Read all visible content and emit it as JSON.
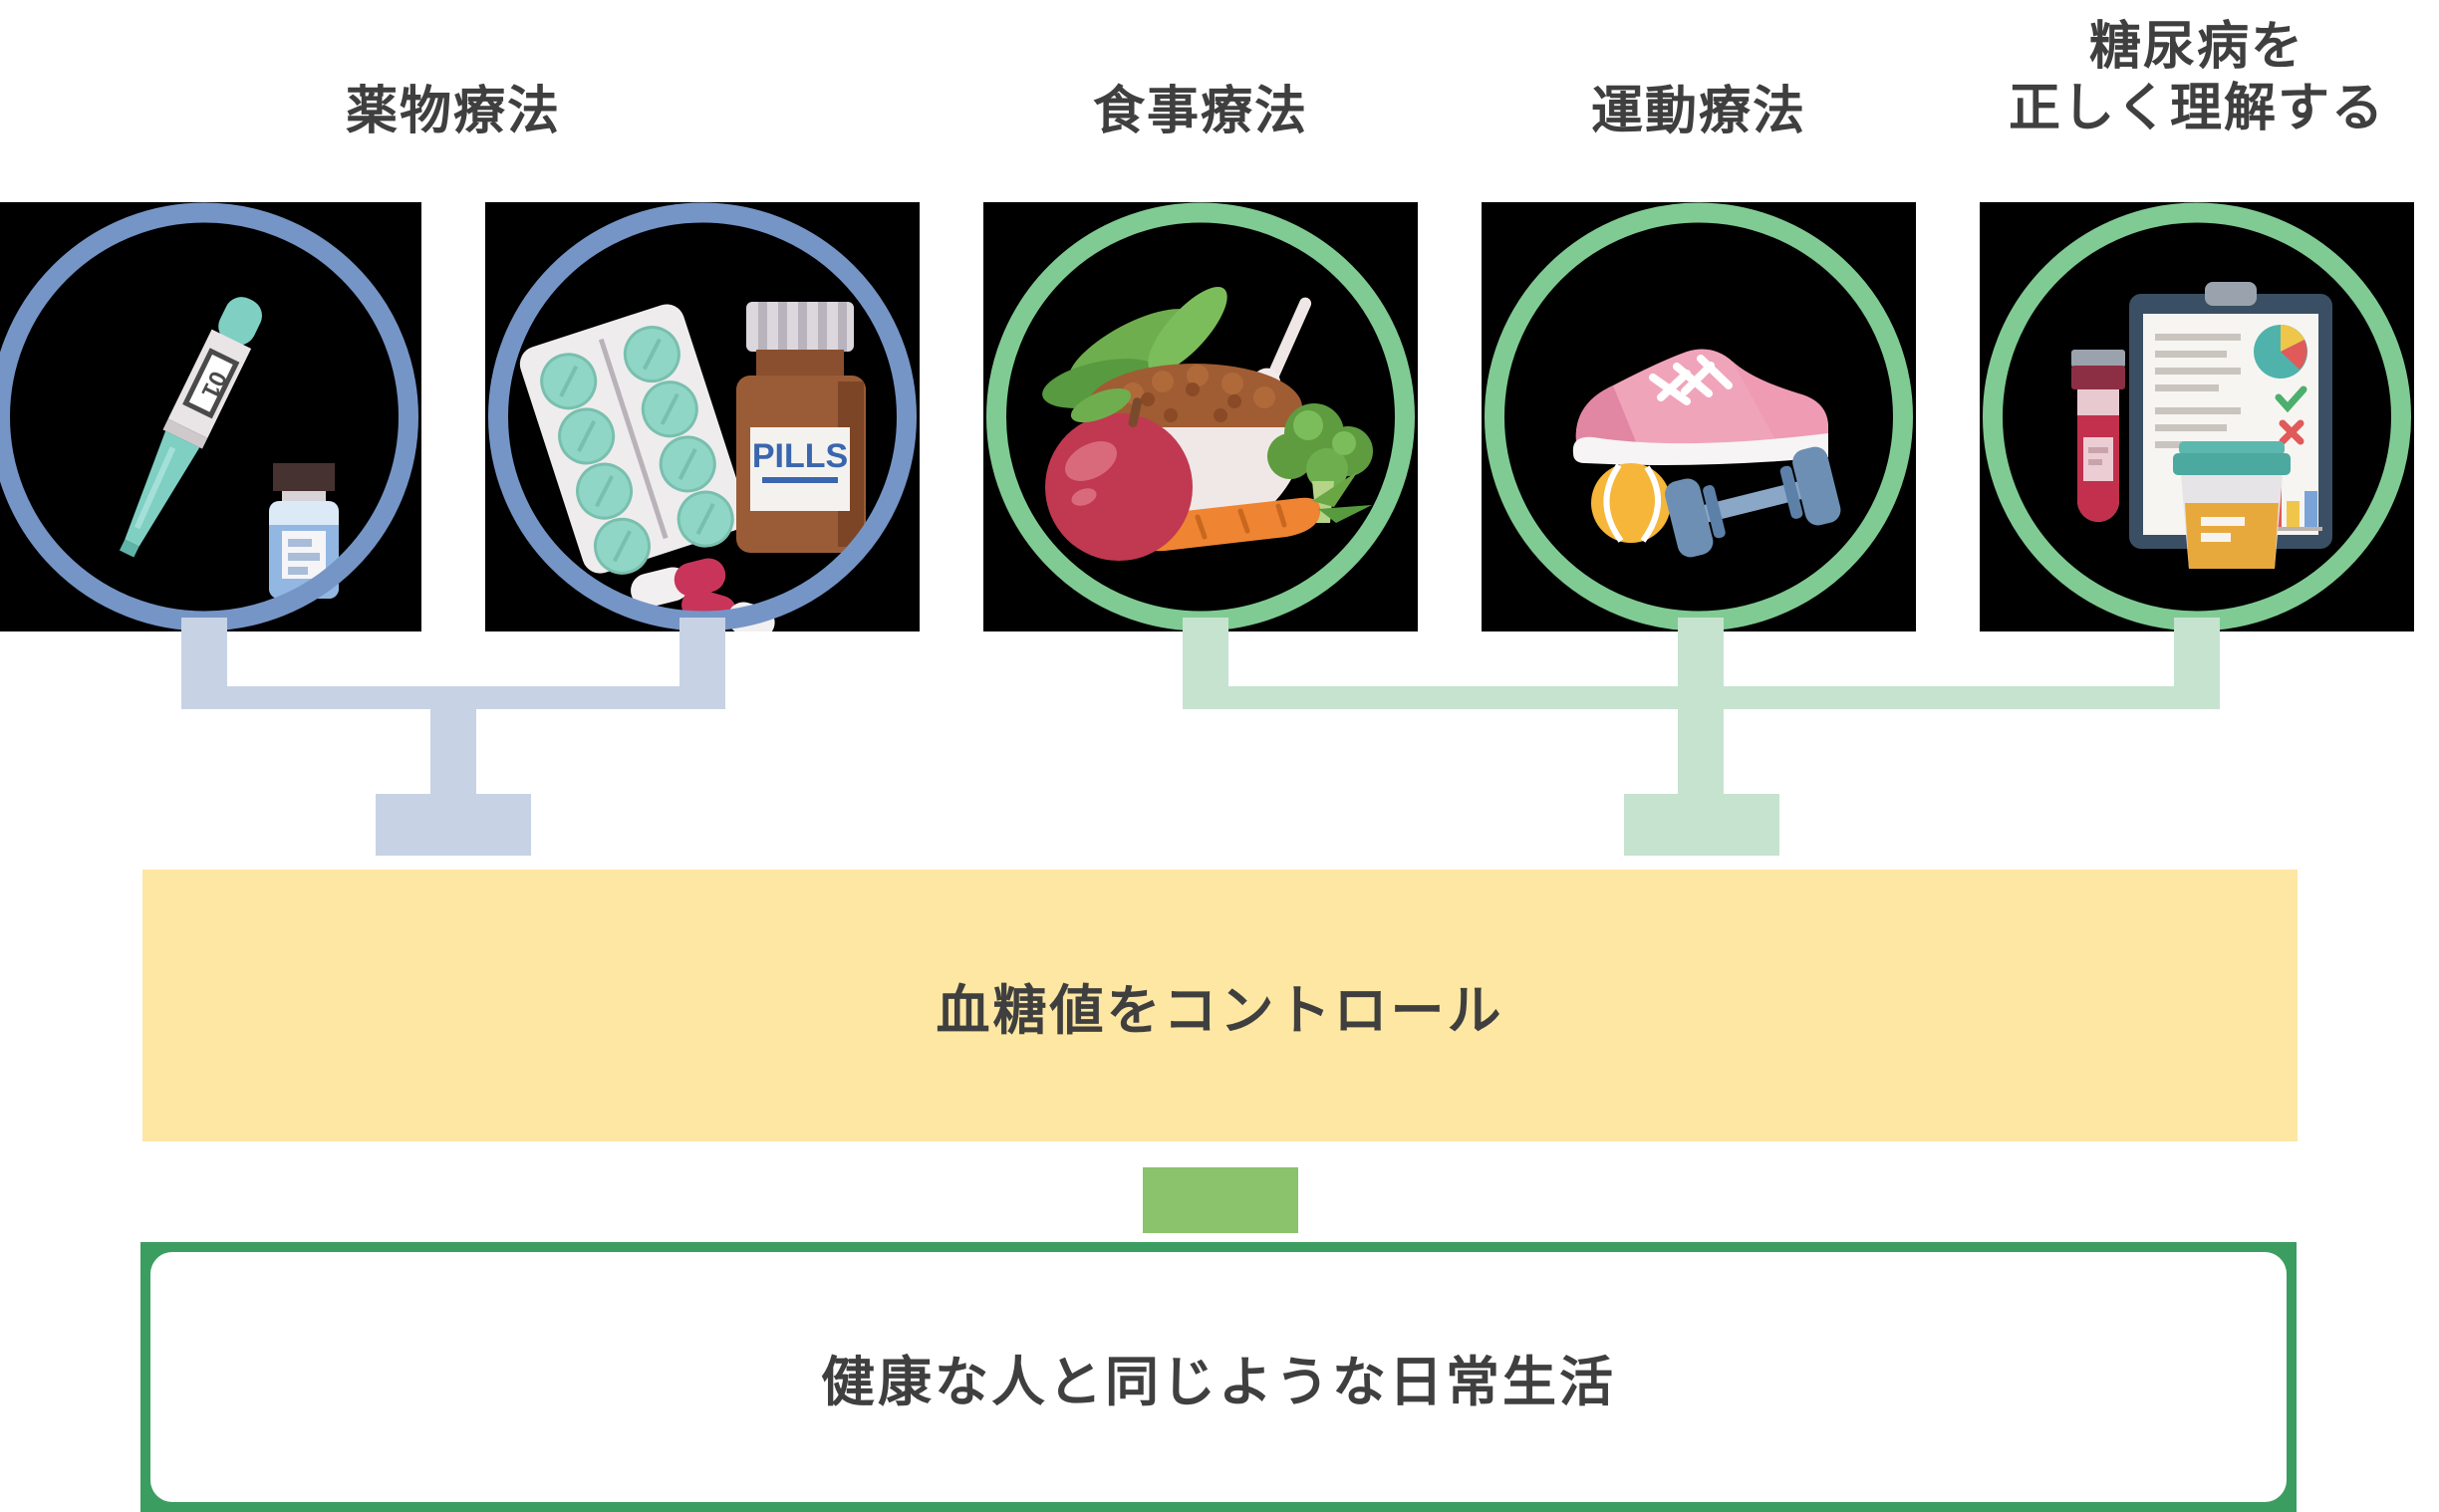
{
  "labels": {
    "medication": "薬物療法",
    "diet": "食事療法",
    "exercise": "運動療法",
    "understanding_line1": "糖尿病を",
    "understanding_line2": "正しく理解する"
  },
  "flow": {
    "control_label": "血糖値をコントロール",
    "goal_label": "健康な人と同じような日常生活"
  },
  "icon_texts": {
    "pen_display": "01",
    "pill_bottle_label": "PILLS"
  },
  "icons": {
    "circle_1": "insulin-pen-and-vial-icon",
    "circle_2": "pill-blister-and-bottle-icon",
    "circle_3": "healthy-food-icon",
    "circle_4": "exercise-equipment-icon",
    "circle_5": "medical-test-icon"
  },
  "colors": {
    "ring_blue": "#7595c7",
    "ring_green": "#80cb93",
    "connector_blue": "#c7d3e5",
    "connector_green": "#c6e3cf",
    "mid_arrow_green": "#8ac36b",
    "control_box_bg": "#fde7a3",
    "goal_box_border": "#3b9e60",
    "text": "#3f3f3f"
  }
}
